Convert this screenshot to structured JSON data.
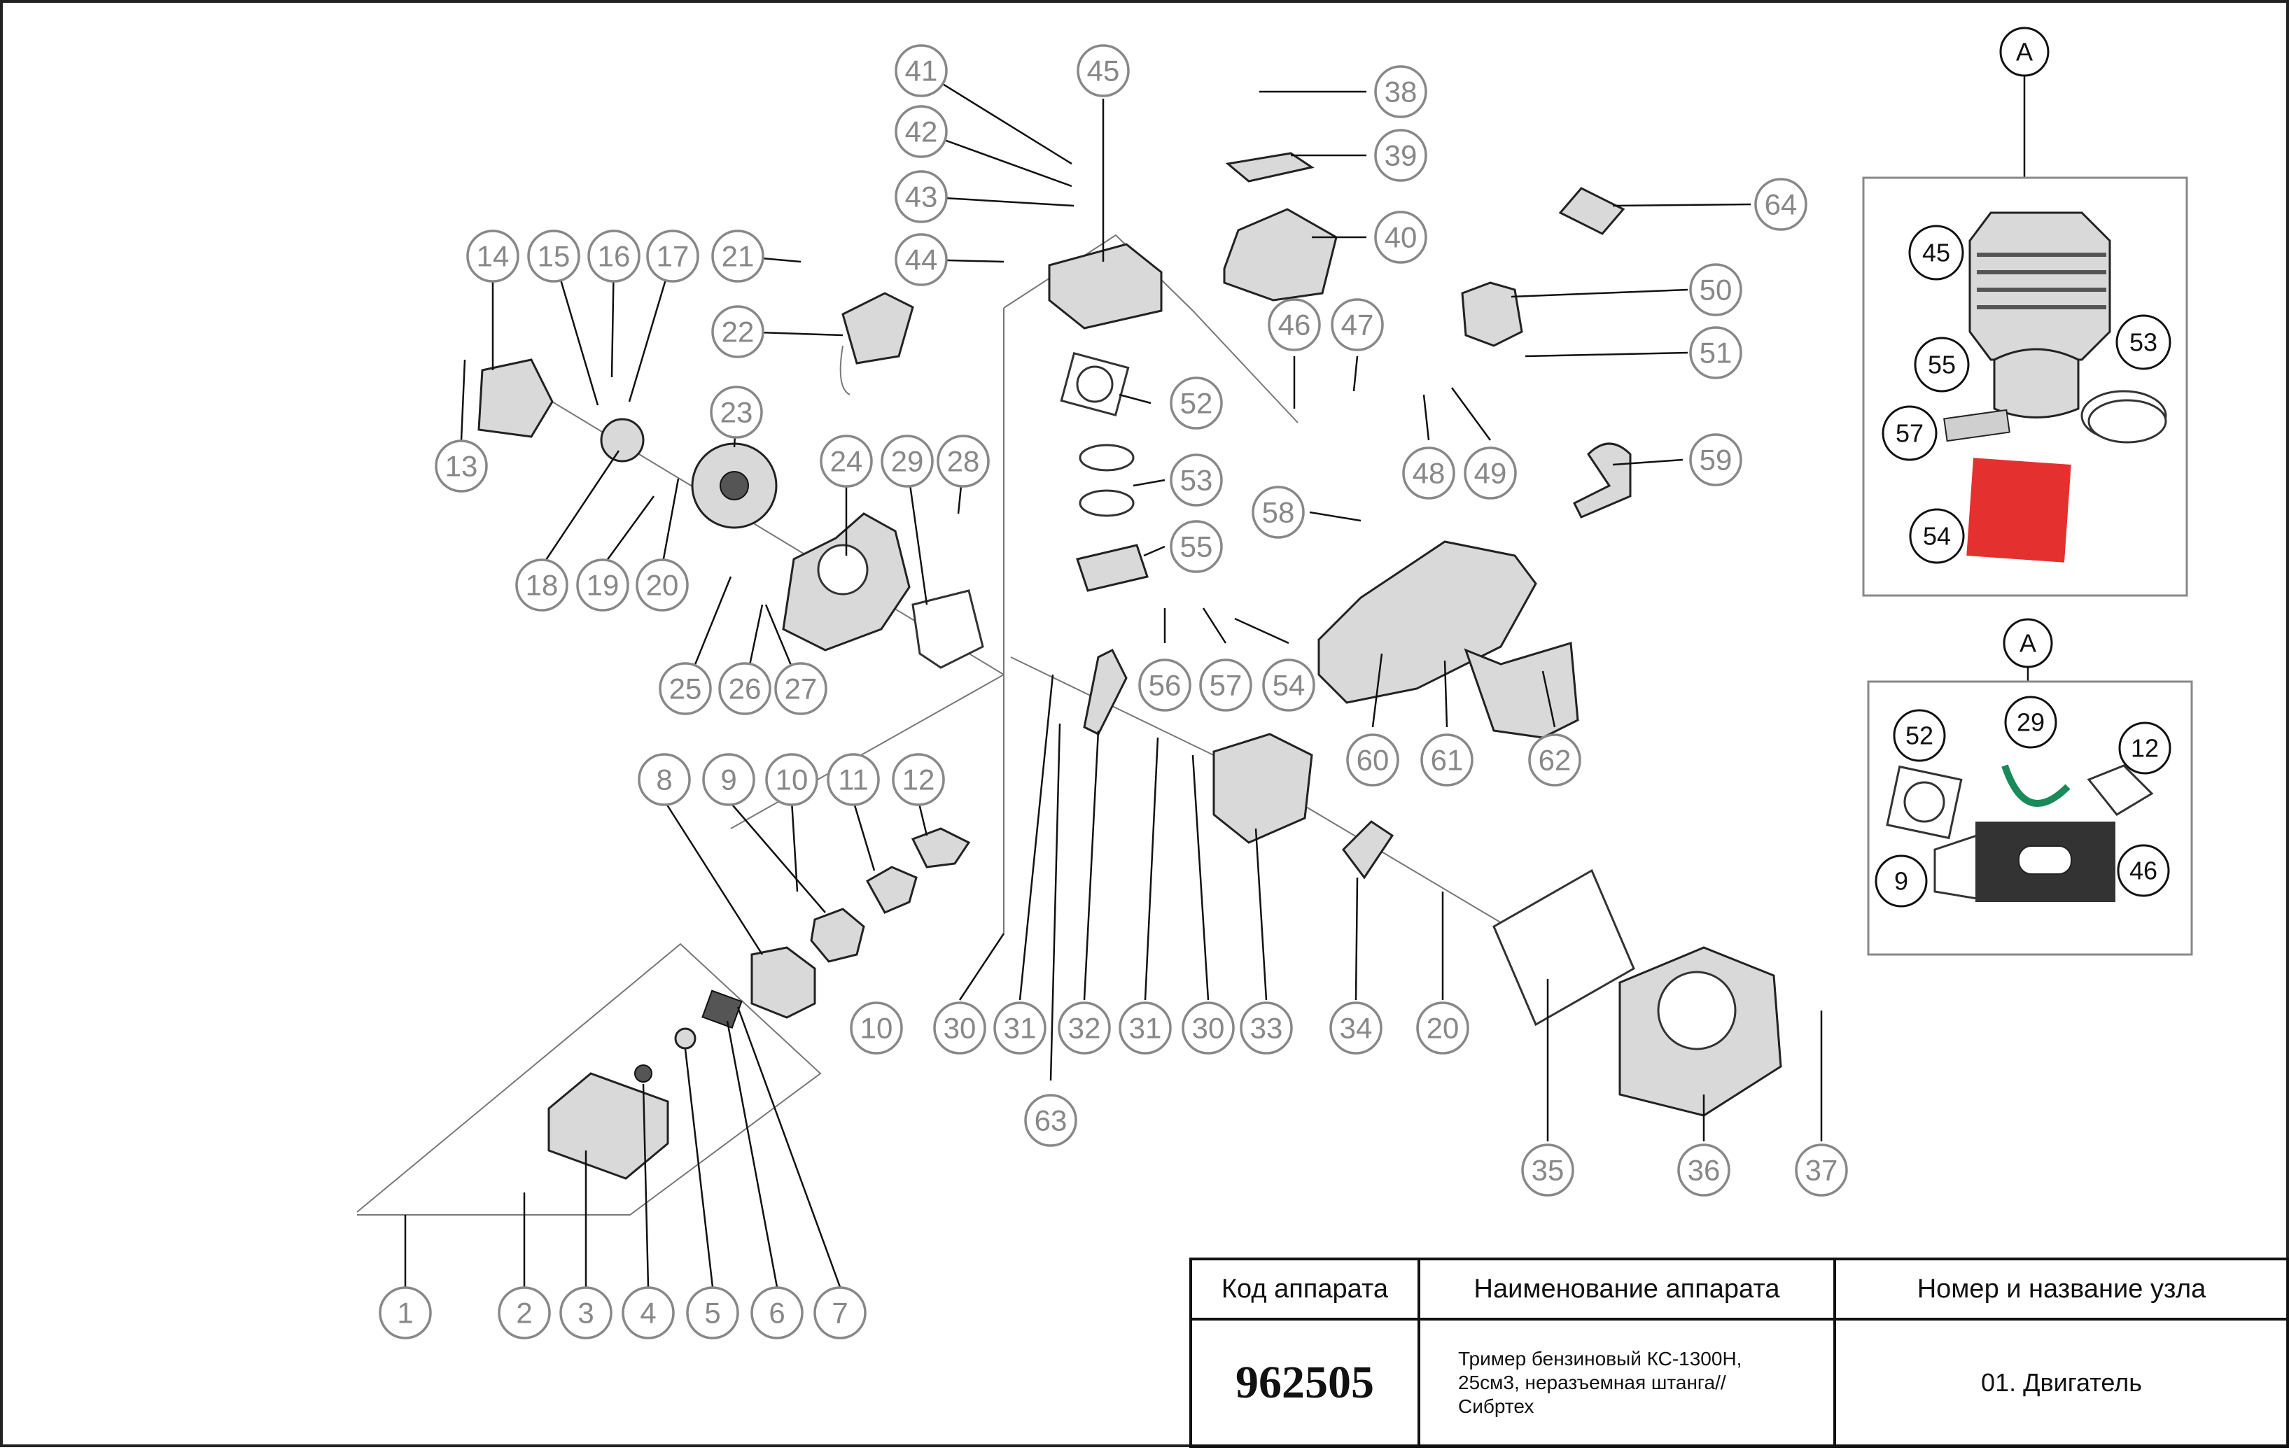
{
  "diagram": {
    "callouts": [
      "1",
      "2",
      "3",
      "4",
      "5",
      "6",
      "7",
      "8",
      "9",
      "10",
      "10",
      "11",
      "12",
      "13",
      "14",
      "15",
      "16",
      "17",
      "18",
      "19",
      "20",
      "20",
      "21",
      "22",
      "23",
      "24",
      "25",
      "26",
      "27",
      "28",
      "29",
      "30",
      "30",
      "31",
      "31",
      "32",
      "33",
      "34",
      "35",
      "36",
      "37",
      "38",
      "39",
      "40",
      "41",
      "42",
      "43",
      "44",
      "45",
      "46",
      "47",
      "48",
      "49",
      "50",
      "51",
      "52",
      "53",
      "54",
      "55",
      "56",
      "57",
      "58",
      "59",
      "60",
      "61",
      "62",
      "63",
      "64"
    ],
    "kit_top": {
      "label": "A",
      "items": [
        "45",
        "53",
        "55",
        "57",
        "54"
      ]
    },
    "kit_bottom": {
      "label": "A",
      "items": [
        "52",
        "29",
        "12",
        "9",
        "46"
      ]
    }
  },
  "table": {
    "headers": [
      "Код аппарата",
      "Наименование аппарата",
      "Номер и название узла"
    ],
    "code": "962505",
    "name_lines": [
      "Тример бензиновый КС-1300Н,",
      "25см3, неразъемная штанга//",
      "Сибртех"
    ],
    "node": "01. Двигатель"
  }
}
